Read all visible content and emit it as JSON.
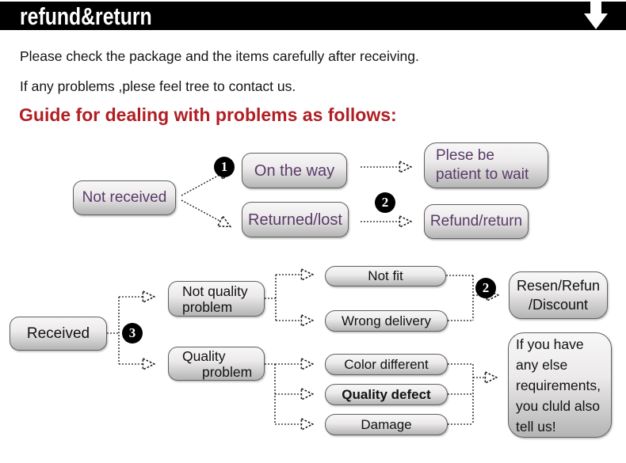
{
  "header": {
    "title": "refund&return",
    "arrow_icon": "down-arrow"
  },
  "intro": {
    "line1": "Please check the package and the items carefully after receiving.",
    "line2": "If any problems ,plese feel tree to contact us."
  },
  "guide_heading": "Guide for dealing with problems as follows:",
  "colors": {
    "header_bg": "#000000",
    "heading_red": "#b01f24",
    "flow_text_purple": "#593a68",
    "flow_text_black": "#111111",
    "box_border": "#5f5f5f",
    "badge_bg": "#000000"
  },
  "flow_top": {
    "nodes": {
      "not_received": "Not received",
      "on_the_way": "On the way",
      "returned_lost": "Returned/lost",
      "patient_wait_line1": "Plese be",
      "patient_wait_line2": "patient to wait",
      "refund_return": "Refund/return"
    },
    "badges": {
      "b1": "1",
      "b2": "2"
    }
  },
  "flow_bottom": {
    "nodes": {
      "received": "Received",
      "not_quality_line1": "Not quality",
      "not_quality_line2": "problem",
      "quality_line1": "Quality",
      "quality_line2": "problem",
      "not_fit": "Not fit",
      "wrong_delivery": "Wrong delivery",
      "color_different": "Color different",
      "quality_defect": "Quality defect",
      "damage": "Damage",
      "resen_line1": "Resen/Refun",
      "resen_line2": "/Discount",
      "more_line1": "If you have",
      "more_line2": "any else",
      "more_line3": "requirements,",
      "more_line4": "you cluld also",
      "more_line5": "tell us!"
    },
    "badges": {
      "b3": "3",
      "b2": "2"
    }
  }
}
